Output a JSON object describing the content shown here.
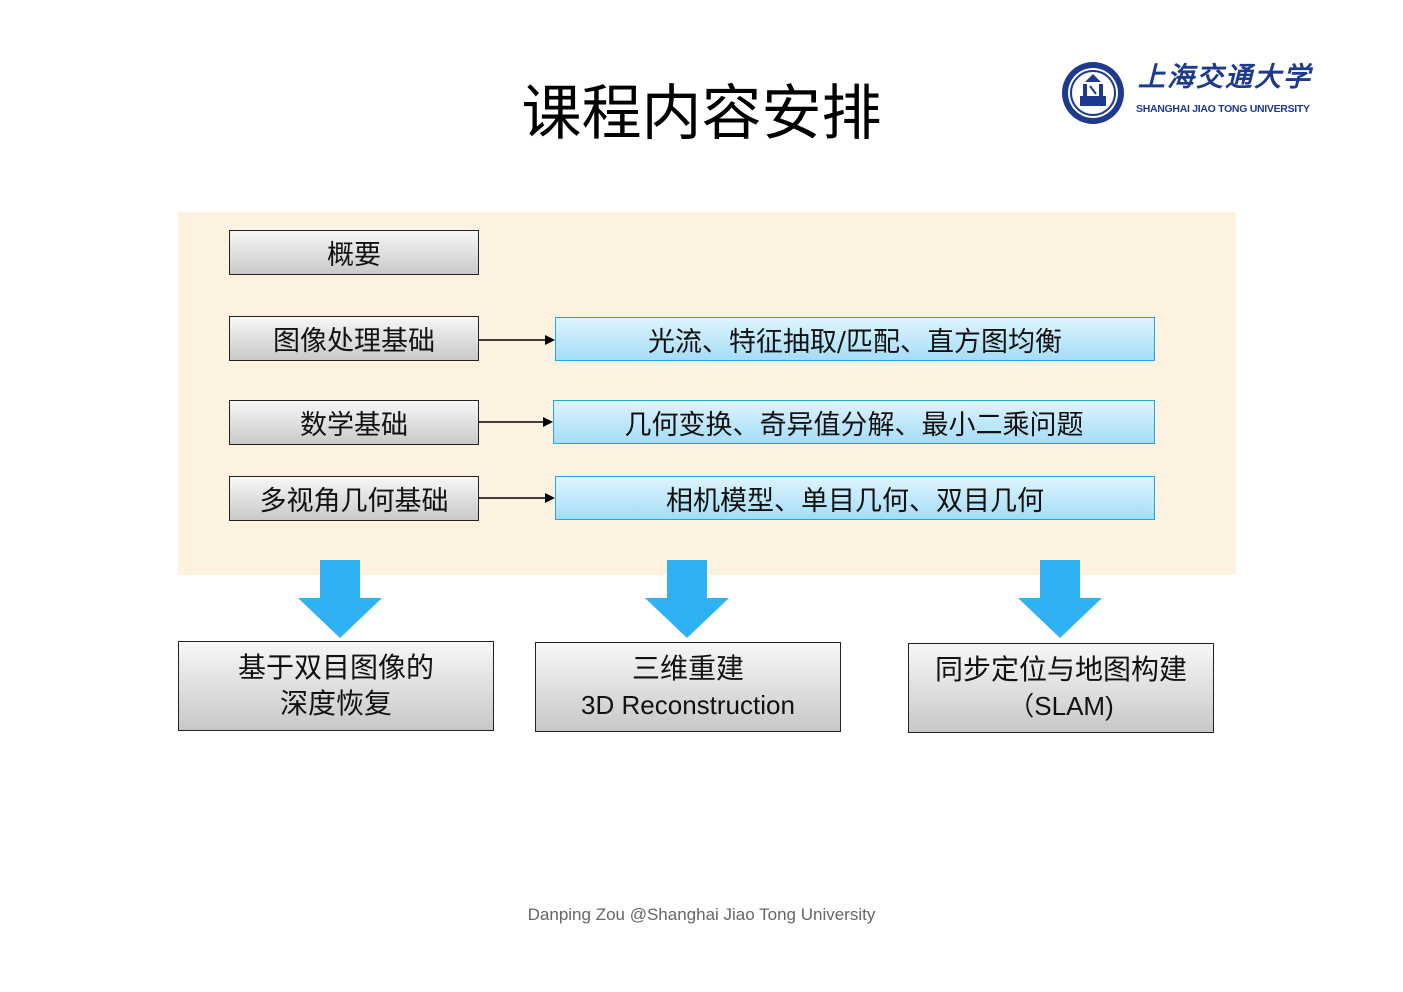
{
  "title": "课程内容安排",
  "logo": {
    "name_cn": "上海交通大学",
    "name_en": "SHANGHAI JIAO TONG UNIVERSITY",
    "color": "#1e3a8f"
  },
  "panel_color": "#fdf2df",
  "topics": [
    {
      "label": "概要",
      "detail": ""
    },
    {
      "label": "图像处理基础",
      "detail": "光流、特征抽取/匹配、直方图均衡"
    },
    {
      "label": "数学基础",
      "detail": "几何变换、奇异值分解、最小二乘问题"
    },
    {
      "label": "多视角几何基础",
      "detail": "相机模型、单目几何、双目几何"
    }
  ],
  "outcomes": [
    {
      "line1": "基于双目图像的",
      "line2": "深度恢复"
    },
    {
      "line1": "三维重建",
      "line2": "3D Reconstruction"
    },
    {
      "line1": "同步定位与地图构建",
      "line2": "（SLAM)"
    }
  ],
  "arrow_color": "#2eb2f4",
  "footer": "Danping Zou @Shanghai Jiao Tong University"
}
